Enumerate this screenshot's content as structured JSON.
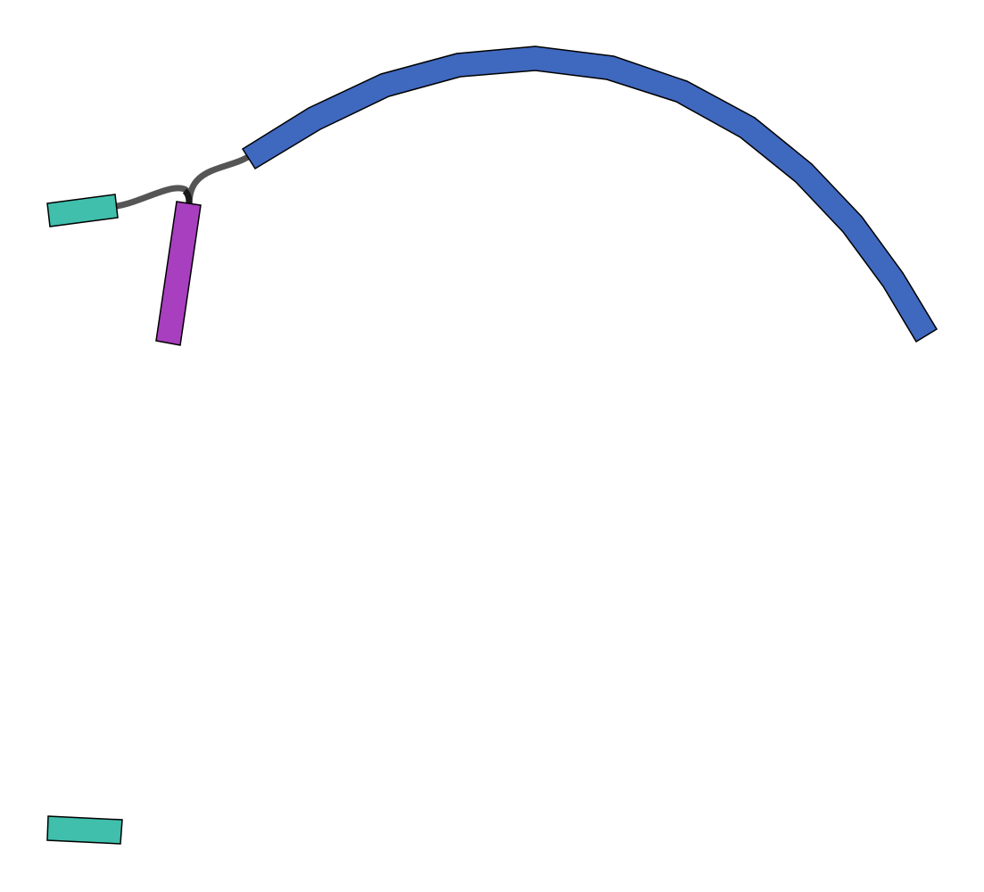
{
  "diagram": {
    "type": "segment-graph",
    "colors": {
      "background": "#ffffff",
      "outline": "#000000",
      "link": "#555555",
      "link_core": "#1a1a1a"
    },
    "segments": [
      {
        "id": "blue-arc",
        "color": "#3f68bf"
      },
      {
        "id": "purple-node",
        "color": "#a83fbf"
      },
      {
        "id": "teal-top",
        "color": "#3fbfac"
      },
      {
        "id": "teal-bottom",
        "color": "#3fbfac"
      }
    ],
    "links": [
      {
        "from": "teal-top",
        "to": "purple-node"
      },
      {
        "from": "purple-node",
        "to": "blue-arc"
      }
    ]
  }
}
